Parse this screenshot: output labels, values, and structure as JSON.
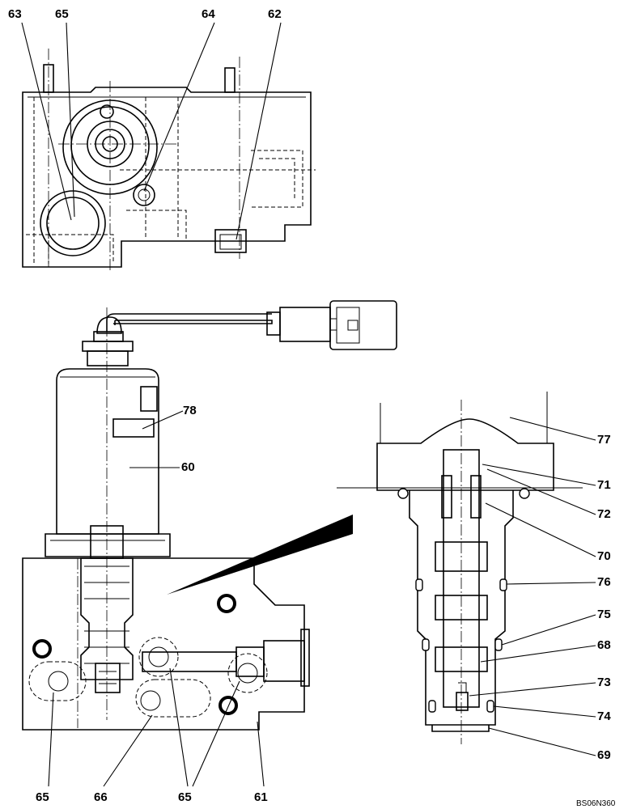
{
  "callouts": {
    "c63_top": "63",
    "c65_top": "65",
    "c64_top": "64",
    "c62_top": "62",
    "c78": "78",
    "c60": "60",
    "c77": "77",
    "c71": "71",
    "c72": "72",
    "c70": "70",
    "c76": "76",
    "c75": "75",
    "c68": "68",
    "c73": "73",
    "c74": "74",
    "c69": "69",
    "c65_bl": "65",
    "c66": "66",
    "c65_bm": "65",
    "c61": "61"
  },
  "drawing_code": "BS06N360"
}
